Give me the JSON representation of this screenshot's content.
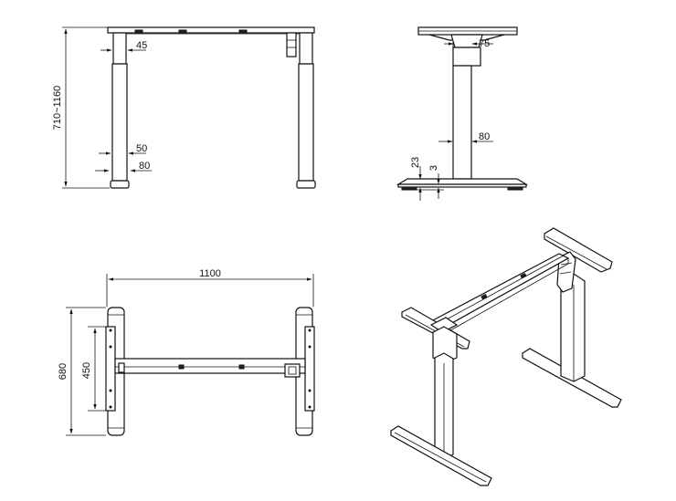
{
  "front_view": {
    "height_label": "710~1160",
    "column_top_label": "45",
    "column_mid_label": "50",
    "foot_label": "80"
  },
  "side_view": {
    "bracket_label": "75",
    "column_label": "80",
    "foot_height_label": "23",
    "foot_plate_label": "3"
  },
  "top_view": {
    "width_label": "1100",
    "depth_label": "680",
    "inner_label": "450"
  }
}
